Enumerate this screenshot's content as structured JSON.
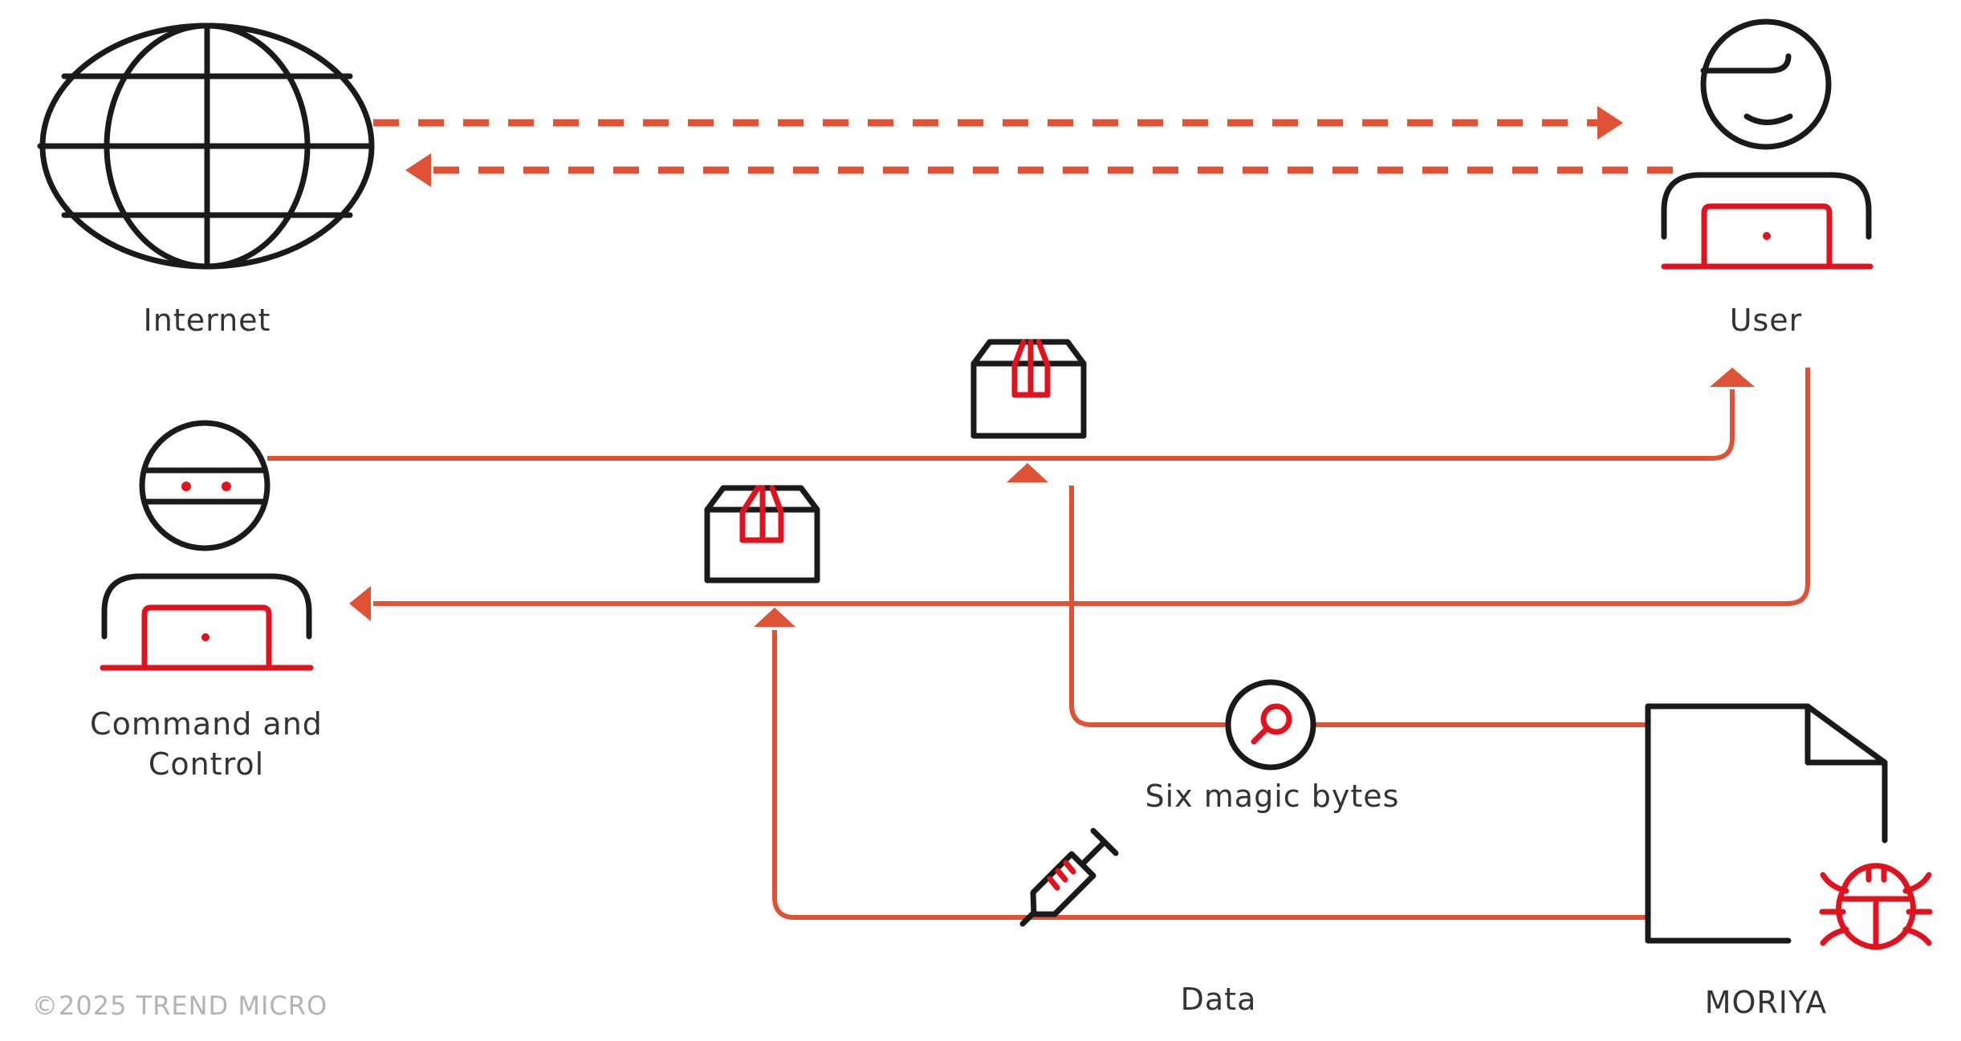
{
  "diagram": {
    "nodes": {
      "internet": {
        "label": "Internet",
        "icon": "globe-icon"
      },
      "user": {
        "label": "User",
        "icon": "user-laptop-icon"
      },
      "c2": {
        "label_line1": "Command and",
        "label_line2": "Control",
        "icon": "hacker-laptop-icon"
      },
      "magic": {
        "label": "Six magic bytes",
        "icon": "magnifier-icon"
      },
      "data": {
        "label": "Data",
        "icon": "syringe-icon"
      },
      "moriya": {
        "label": "MORIYA",
        "icon": "malware-document-icon"
      }
    },
    "edges": [
      {
        "from": "internet",
        "to": "user",
        "style": "dashed"
      },
      {
        "from": "user",
        "to": "internet",
        "style": "dashed"
      },
      {
        "from": "c2",
        "to": "user",
        "style": "solid",
        "carrier": "package"
      },
      {
        "from": "user",
        "to": "c2",
        "style": "solid",
        "carrier": "package"
      },
      {
        "from": "moriya",
        "to": "c2-to-user-channel",
        "via": "magic",
        "style": "solid"
      },
      {
        "from": "moriya",
        "to": "user-to-c2-channel",
        "via": "data",
        "style": "solid"
      }
    ],
    "colors": {
      "flow": "#e05235",
      "accent": "#e0121e",
      "outline": "#1a1a1a",
      "text": "#333333"
    },
    "copyright": "©2025 TREND MICRO"
  }
}
